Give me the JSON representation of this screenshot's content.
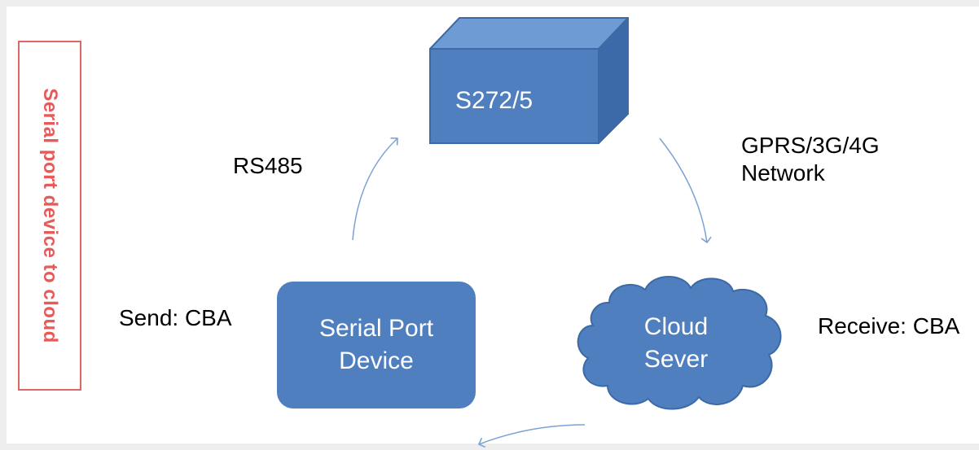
{
  "side_label": "Serial port device to cloud",
  "gateway": {
    "label": "S272/5"
  },
  "serial_device": {
    "line1": "Serial Port",
    "line2": "Device"
  },
  "cloud_server": {
    "line1": "Cloud",
    "line2": "Sever"
  },
  "links": {
    "rs485": "RS485",
    "network_line1": "GPRS/3G/4G",
    "network_line2": "Network"
  },
  "send_text": "Send: CBA",
  "receive_text": "Receive: CBA",
  "colors": {
    "box_fill": "#4f7fbf",
    "cube_top": "#6e9bd4",
    "cube_side": "#3c6aa8",
    "arrow": "#7aa3d4",
    "side_label_red": "#e85a5a"
  },
  "icons": [
    "cube-shape",
    "cloud-shape",
    "curved-arrow"
  ]
}
